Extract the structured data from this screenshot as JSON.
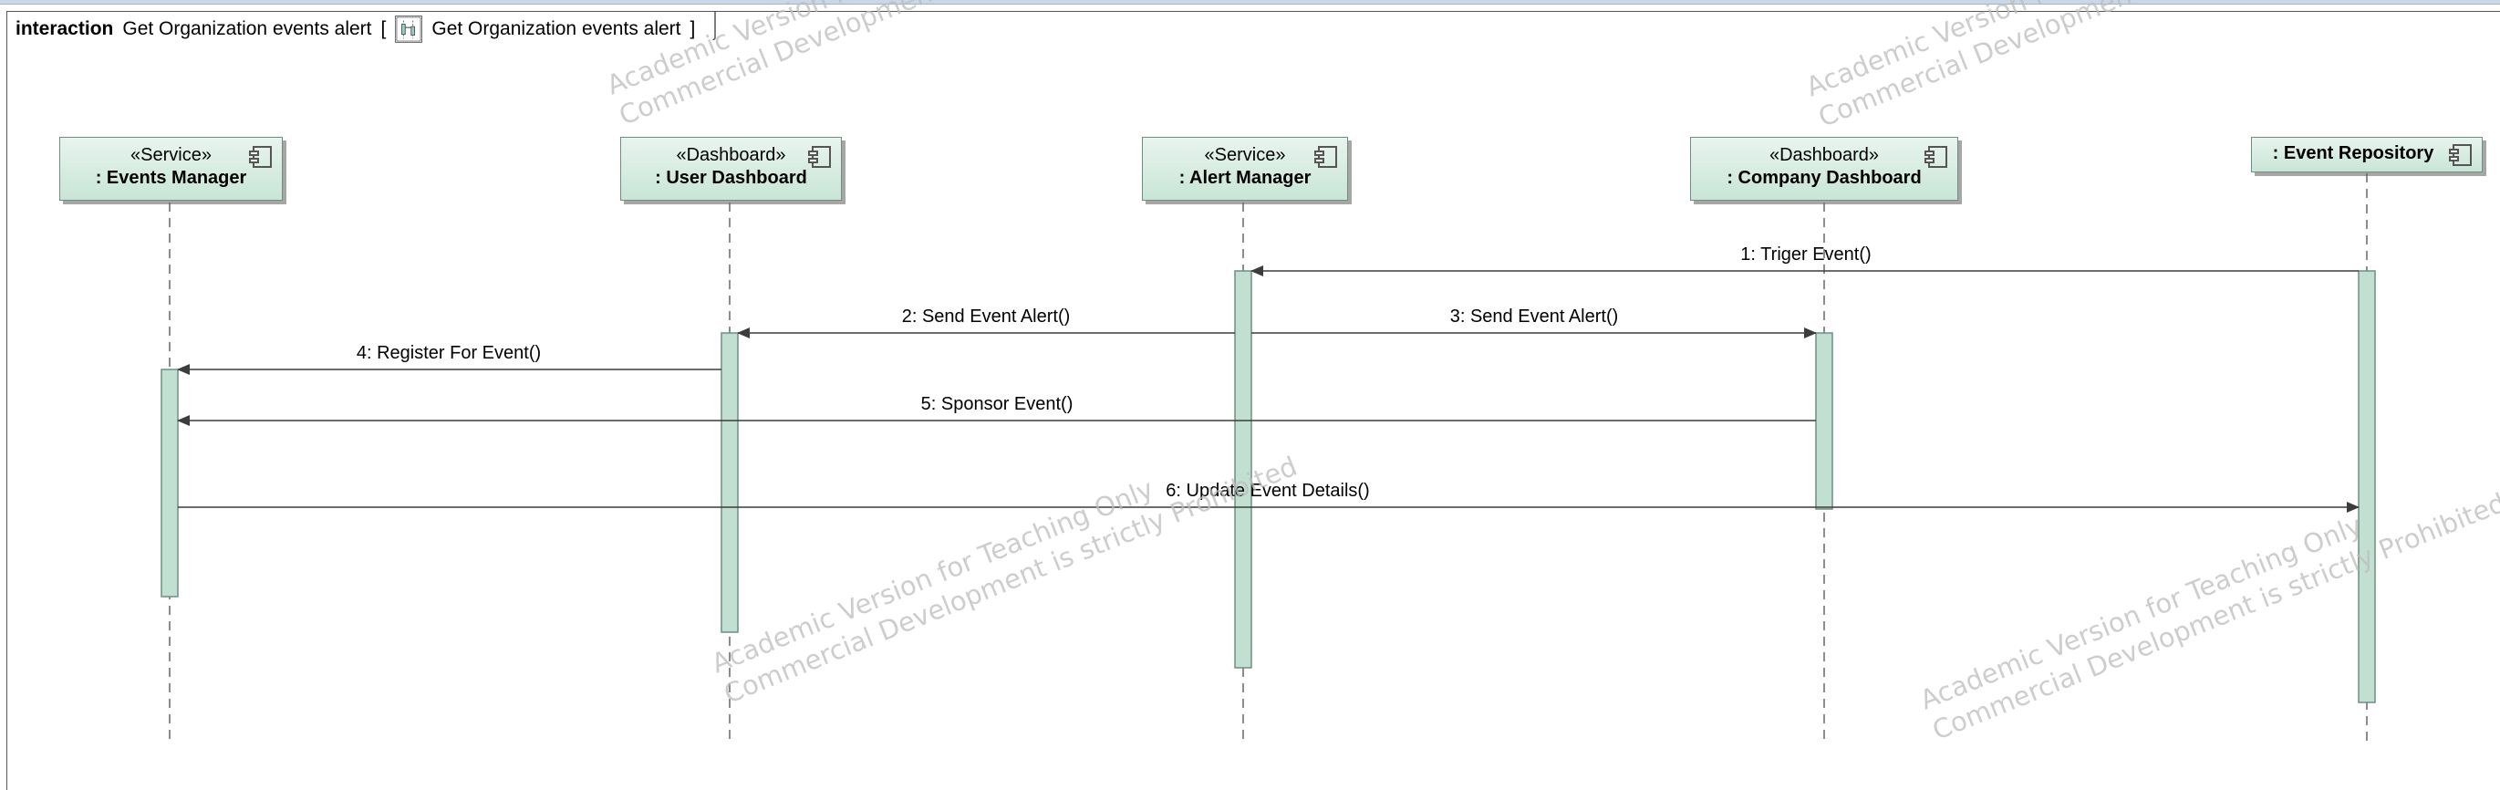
{
  "frame": {
    "keyword": "interaction",
    "title": "Get Organization events alert",
    "bracket_open": "[",
    "inner_title": "Get Organization events alert",
    "bracket_close": "]"
  },
  "lifelines": [
    {
      "stereotype": "«Service»",
      "name": ": Events Manager"
    },
    {
      "stereotype": "«Dashboard»",
      "name": ": User Dashboard"
    },
    {
      "stereotype": "«Service»",
      "name": ": Alert Manager"
    },
    {
      "stereotype": "«Dashboard»",
      "name": ": Company Dashboard"
    },
    {
      "stereotype": "",
      "name": ": Event Repository"
    }
  ],
  "messages": [
    {
      "label": "1: Triger Event()",
      "from": 4,
      "to": 2
    },
    {
      "label": "2: Send Event Alert()",
      "from": 2,
      "to": 1
    },
    {
      "label": "3: Send Event Alert()",
      "from": 2,
      "to": 3
    },
    {
      "label": "4: Register For Event()",
      "from": 1,
      "to": 0
    },
    {
      "label": "5: Sponsor Event()",
      "from": 3,
      "to": 0
    },
    {
      "label": "6: Update Event Details()",
      "from": 0,
      "to": 4
    }
  ],
  "watermarks": [
    {
      "line1": "Academic Version for Teaching Only",
      "line2": "Commercial Development is strictly Prohibited"
    },
    {
      "line1": "Academic Version for Teaching Only",
      "line2": "Commercial Development is strictly Prohibited"
    },
    {
      "line1": "Academic Version for Teaching Only",
      "line2": "Commercial Development is strictly Prohibited"
    },
    {
      "line1": "Academic Version for Teaching Only",
      "line2": "Commercial Development is strictly Prohibited"
    }
  ],
  "colors": {
    "lifeline_fill": "#c9e5d7",
    "lifeline_border": "#6e8f80",
    "activation_fill": "#c2e0d1",
    "line": "#3c3c3c",
    "watermark": "#bdbdbd"
  }
}
